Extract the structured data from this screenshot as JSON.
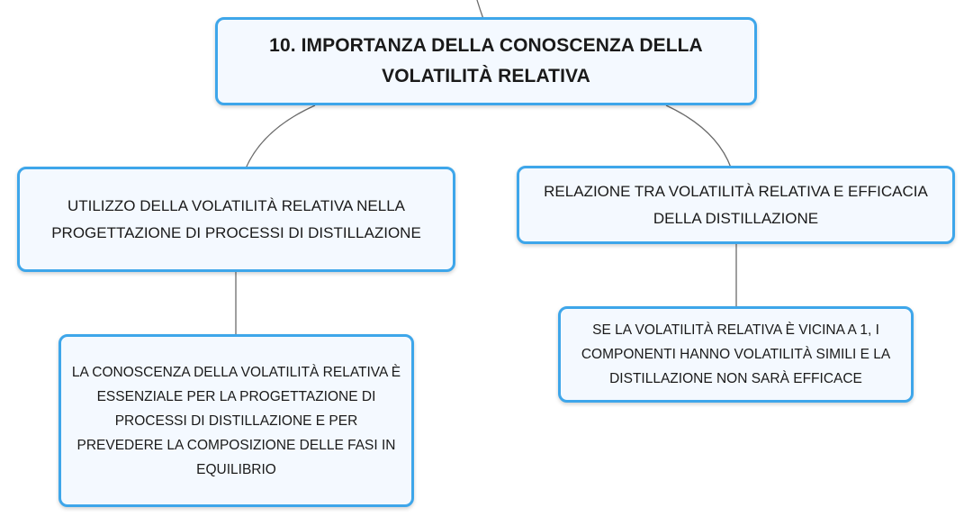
{
  "diagram": {
    "root": {
      "title": "10. IMPORTANZA DELLA CONOSCENZA DELLA VOLATILITÀ RELATIVA"
    },
    "branches": [
      {
        "label": "UTILIZZO DELLA VOLATILITÀ RELATIVA NELLA PROGETTAZIONE DI PROCESSI DI DISTILLAZIONE",
        "child": {
          "label": "LA CONOSCENZA DELLA VOLATILITÀ RELATIVA È ESSENZIALE PER LA PROGETTAZIONE DI PROCESSI DI DISTILLAZIONE E PER PREVEDERE LA COMPOSIZIONE DELLE FASI IN EQUILIBRIO"
        }
      },
      {
        "label": "RELAZIONE TRA VOLATILITÀ RELATIVA E EFFICACIA DELLA DISTILLAZIONE",
        "child": {
          "label": "SE LA VOLATILITÀ RELATIVA È VICINA A 1, I COMPONENTI HANNO VOLATILITÀ SIMILI E LA DISTILLAZIONE NON SARÀ EFFICACE"
        }
      }
    ],
    "colors": {
      "node_border": "#3ea6ea",
      "node_fill": "#f4f9ff",
      "connector": "#6b6b6b"
    }
  }
}
